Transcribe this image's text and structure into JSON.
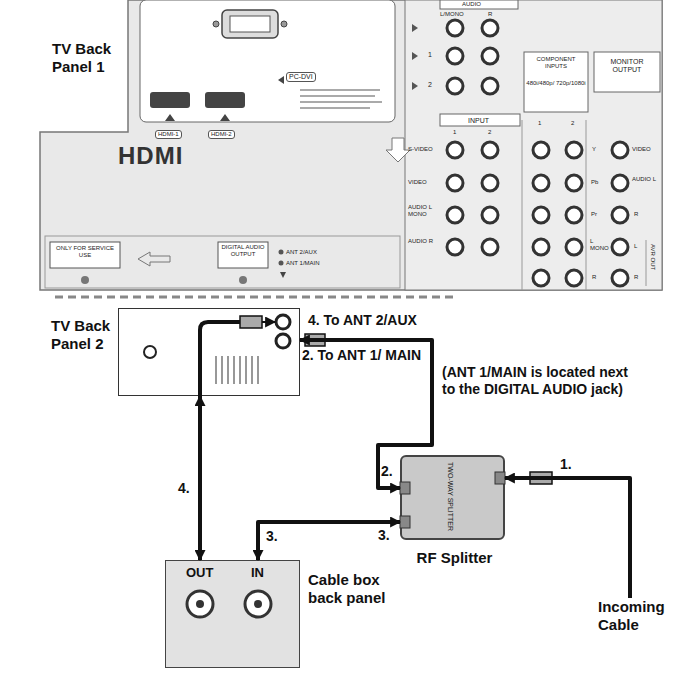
{
  "diagram": {
    "nodes": [
      {
        "text": [
          "TV Back Panel 1"
        ]
      },
      {
        "text": [
          "TV Back Panel 2"
        ]
      },
      {
        "text": [
          "RF Splitter"
        ]
      },
      {
        "text": [
          "Cable box back panel"
        ]
      },
      {
        "text": [
          "Incoming Cable"
        ]
      }
    ],
    "edges": [
      {
        "from": 4,
        "to": 2,
        "arrow": "to",
        "label": "1."
      },
      {
        "from": 2,
        "to": 1,
        "arrow": "both",
        "label": "2. To ANT 1/ MAIN"
      },
      {
        "from": 2,
        "to": 3,
        "arrow": "both",
        "label": "3."
      },
      {
        "from": 3,
        "to": 1,
        "arrow": "both",
        "label": "4. To ANT 2/AUX"
      }
    ],
    "labels": [
      "AUDIO",
      "L/MONO",
      "R",
      "PC-DVI",
      "1",
      "2",
      "COMPONENT INPUTS",
      "480i/480p/ 720p/1080i",
      "MONITOR OUTPUT",
      "INPUT",
      "1",
      "2",
      "S-VIDEO",
      "VIDEO",
      "AUDIO L MONO",
      "AUDIO R",
      "1",
      "2",
      "Y",
      "Pb",
      "Pr",
      "L MONO",
      "R",
      "VIDEO",
      "AUDIO L",
      "R",
      "L",
      "R",
      "AVR OUT",
      "HDMI-1",
      "HDMI-2",
      "HDMI",
      "ONLY FOR SERVICE USE",
      "DIGITAL AUDIO OUTPUT",
      "ANT 2/AUX",
      "ANT 1/MAIN",
      "TWO-WAY SPLITTER",
      "2.",
      "3.",
      "4.",
      "(ANT 1/MAIN is located next to the DIGITAL AUDIO jack)",
      "OUT",
      "IN"
    ]
  }
}
